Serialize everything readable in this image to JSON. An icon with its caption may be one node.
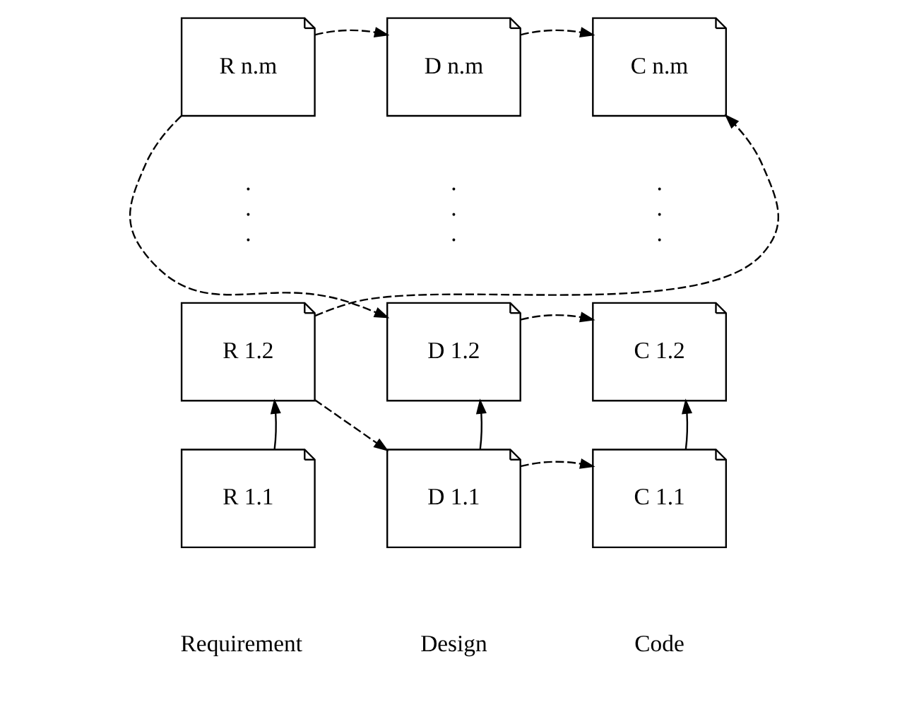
{
  "diagram": {
    "nodes": [
      {
        "text": [
          "R n.m"
        ]
      },
      {
        "text": [
          "D n.m"
        ]
      },
      {
        "text": [
          "C n.m"
        ]
      },
      {
        "text": [
          "R 1.2"
        ]
      },
      {
        "text": [
          "D 1.2"
        ]
      },
      {
        "text": [
          "C 1.2"
        ]
      },
      {
        "text": [
          "R 1.1"
        ]
      },
      {
        "text": [
          "D 1.1"
        ]
      },
      {
        "text": [
          "C 1.1"
        ]
      }
    ],
    "edges": [
      {
        "from": 0,
        "to": 1,
        "arrow": "to",
        "style": "dashed"
      },
      {
        "from": 1,
        "to": 2,
        "arrow": "to",
        "style": "dashed"
      },
      {
        "from": 3,
        "to": 2,
        "arrow": "to",
        "style": "dashed"
      },
      {
        "from": 0,
        "to": 4,
        "arrow": "to",
        "style": "dashed"
      },
      {
        "from": 3,
        "to": 7,
        "arrow": "to",
        "style": "dashed"
      },
      {
        "from": 4,
        "to": 5,
        "arrow": "to",
        "style": "dashed"
      },
      {
        "from": 7,
        "to": 8,
        "arrow": "to",
        "style": "dashed"
      },
      {
        "from": 6,
        "to": 3,
        "arrow": "to"
      },
      {
        "from": 7,
        "to": 4,
        "arrow": "to"
      },
      {
        "from": 8,
        "to": 5,
        "arrow": "to"
      }
    ],
    "labels": [
      ".",
      ".",
      ".",
      ".",
      ".",
      ".",
      ".",
      ".",
      ".",
      "Requirement",
      "Design",
      "Code"
    ]
  }
}
